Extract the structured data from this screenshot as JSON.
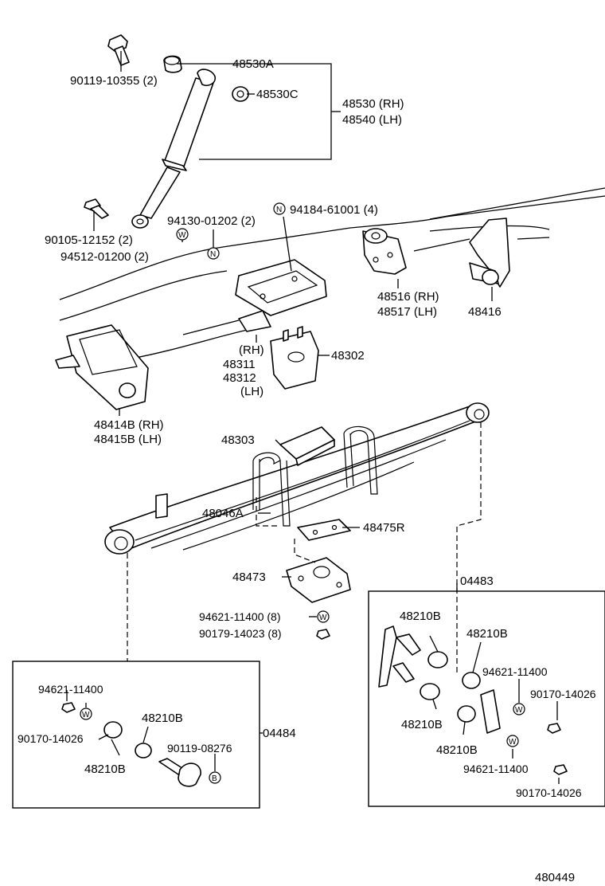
{
  "parts": {
    "bolt_upper": "90119-10355 (2)",
    "bushing_top": "48530A",
    "bushing_c": "48530C",
    "absorber_rh": "48530 (RH)",
    "absorber_lh": "48540 (LH)",
    "bolt_lower": "90105-12152 (2)",
    "washer_lower": "94512-01200 (2)",
    "nut_lower": "94130-01202 (2)",
    "nut_n": "94184-61001 (4)",
    "hanger_rh": "48516 (RH)",
    "hanger_lh": "48517 (LH)",
    "bracket_rear": "48416",
    "seat_rh": "(RH)",
    "seat_48311": "48311",
    "seat_48312": "48312",
    "seat_lh": "(LH)",
    "bumper": "48302",
    "bracket_front_rh": "48414B (RH)",
    "bracket_front_lh": "48415B (LH)",
    "spacer": "48303",
    "spring": "48046A",
    "plate": "48475R",
    "pad": "48473",
    "washer_u": "94621-11400 (8)",
    "nut_u": "90179-14023 (8)",
    "kit_right": "04483",
    "kit_left": "04484",
    "bush_r1": "48210B",
    "bush_r2": "48210B",
    "bush_r3": "48210B",
    "bush_r4": "48210B",
    "washer_r1": "94621-11400",
    "nut_r1": "90170-14026",
    "washer_r2": "94621-11400",
    "nut_r2": "90170-14026",
    "washer_l": "94621-11400",
    "nut_l": "90170-14026",
    "bush_l1": "48210B",
    "bush_l2": "48210B",
    "bolt_l": "90119-08276",
    "diagram_id": "480449"
  },
  "symbols": {
    "N": "N",
    "W": "W",
    "B": "B"
  }
}
